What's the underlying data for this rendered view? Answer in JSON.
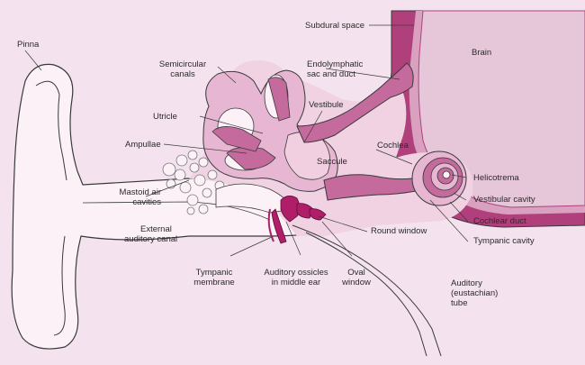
{
  "labels": {
    "pinna": "Pinna",
    "subdural_space": "Subdural space",
    "brain": "Brain",
    "semicircular_canals_1": "Semicircular",
    "semicircular_canals_2": "canals",
    "endolymphatic_1": "Endolymphatic",
    "endolymphatic_2": "sac and duct",
    "utricle": "Utricle",
    "vestibule": "Vestibule",
    "ampullae": "Ampullae",
    "saccule": "Saccule",
    "cochlea": "Cochlea",
    "helicotrema": "Helicotrema",
    "mastoid_1": "Mastoid air",
    "mastoid_2": "cavities",
    "vestibular_cavity": "Vestibular cavity",
    "cochlear_duct": "Cochlear duct",
    "external_1": "External",
    "external_2": "auditory canal",
    "round_window": "Round window",
    "tympanic_cavity": "Tympanic cavity",
    "tympanic_membrane_1": "Tympanic",
    "tympanic_membrane_2": "membrane",
    "ossicles_1": "Auditory ossicles",
    "ossicles_2": "in middle ear",
    "oval_window_1": "Oval",
    "oval_window_2": "window",
    "auditory_tube_1": "Auditory",
    "auditory_tube_2": "(eustachian)",
    "auditory_tube_3": "tube"
  },
  "colors": {
    "background": "#f4e3ee",
    "outline": "#3a3a3a",
    "ear_fill": "#fbf1f7",
    "labyrinth_light": "#e7b6d2",
    "labyrinth_dark": "#c46a9c",
    "brain_border": "#b0407c",
    "ossicles": "#b01e6a"
  }
}
